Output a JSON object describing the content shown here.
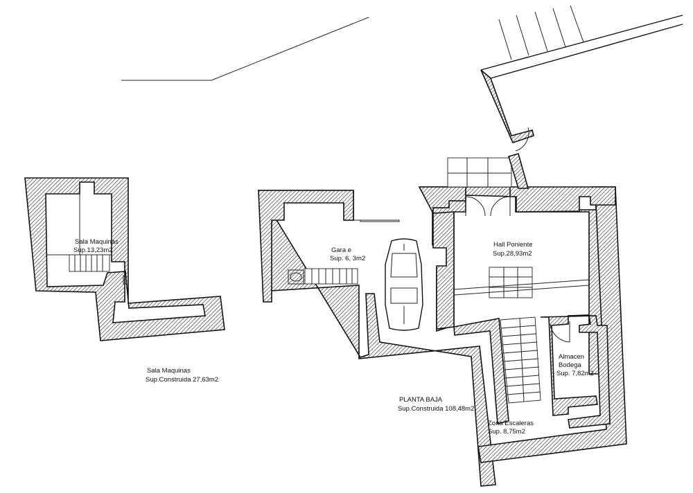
{
  "rooms": {
    "sala_maquinas": {
      "name": "Sala Maquinas",
      "area": "Sup.13,23m2"
    },
    "garaje": {
      "name": "Gara e",
      "area": "Sup. 6, 3m2"
    },
    "hall_poniente": {
      "name": "Hall Poniente",
      "area": "Sup.28,93m2"
    },
    "almacen_bodega": {
      "line1": "Almacen",
      "line2": "Bodega",
      "area": "Sup. 7,82m2"
    },
    "zona_escaleras": {
      "name": "Zona Escaleras",
      "area": "Sup. 8,75m2"
    }
  },
  "summaries": {
    "sala_maquinas": {
      "title": "Sala Maquinas",
      "area": "Sup.Construida 27,63m2"
    },
    "planta_baja": {
      "title": "PLANTA BAJA",
      "area": "Sup.Construida 108,48m2"
    }
  }
}
